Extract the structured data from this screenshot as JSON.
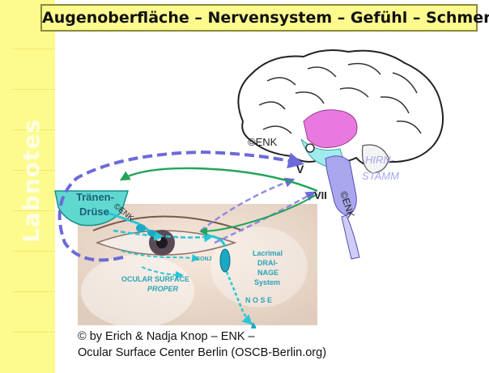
{
  "title": "Augenoberfläche – Nervensystem – Gefühl – Schmerz",
  "side_logo": "Labnotes",
  "labels": {
    "enk_brain": "©ENK",
    "v": "V",
    "vii": "VII",
    "hirnstamm_1": "HIRN-",
    "hirnstamm_2": "STAMM",
    "enk_stem": "©ENK",
    "traenen": "Tränen-",
    "druese": "Drüse",
    "enk_gland": "©ENK",
    "lacrimal_1": "Lacrimal",
    "lacrimal_2": "DRAI-",
    "lacrimal_3": "NAGE",
    "lacrimal_4": "System",
    "nose": "N O S E",
    "ocular_1": "OCULAR SURFACE",
    "ocular_2": "PROPER",
    "conj": "CONJ"
  },
  "copyright": {
    "line1": "© by Erich & Nadja Knop – ENK –",
    "line2": "Ocular Surface Center Berlin (OSCB-Berlin.org)"
  },
  "colors": {
    "strip": "#fdfb8e",
    "sensory_nerve": "#6d6ad8",
    "secretory_nerve": "#23a35a",
    "tear_flow": "#29c6d6",
    "limbic": "#e87adf",
    "brainstem": "#a9a6ee"
  }
}
